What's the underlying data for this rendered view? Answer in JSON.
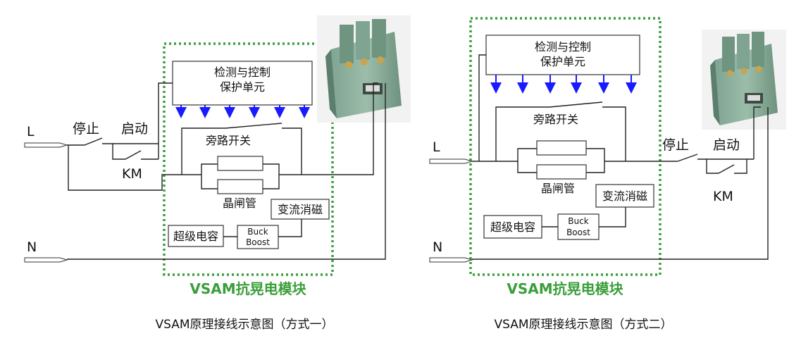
{
  "colors": {
    "module_border": "#3a9e3a",
    "module_title": "#3a9e3a",
    "arrow": "#1a1aff",
    "wire": "#222222"
  },
  "diagrams": [
    {
      "terminal_L": "L",
      "terminal_N": "N",
      "stop_label": "停止",
      "start_label": "启动",
      "km_label": "KM",
      "detect_line1": "检测与控制",
      "detect_line2": "保护单元",
      "bypass_label": "旁路开关",
      "thyristor_label": "晶闸管",
      "converter_label": "变流消磁",
      "supercap_label": "超级电容",
      "buck_line1": "Buck",
      "buck_line2": "Boost",
      "module_title": "VSAM抗晃电模块",
      "caption": "VSAM原理接线示意图（方式一）"
    },
    {
      "terminal_L": "L",
      "terminal_N": "N",
      "stop_label": "停止",
      "start_label": "启动",
      "km_label": "KM",
      "detect_line1": "检测与控制",
      "detect_line2": "保护单元",
      "bypass_label": "旁路开关",
      "thyristor_label": "晶闸管",
      "converter_label": "变流消磁",
      "supercap_label": "超级电容",
      "buck_line1": "Buck",
      "buck_line2": "Boost",
      "module_title": "VSAM抗晃电模块",
      "caption": "VSAM原理接线示意图（方式二）"
    }
  ]
}
